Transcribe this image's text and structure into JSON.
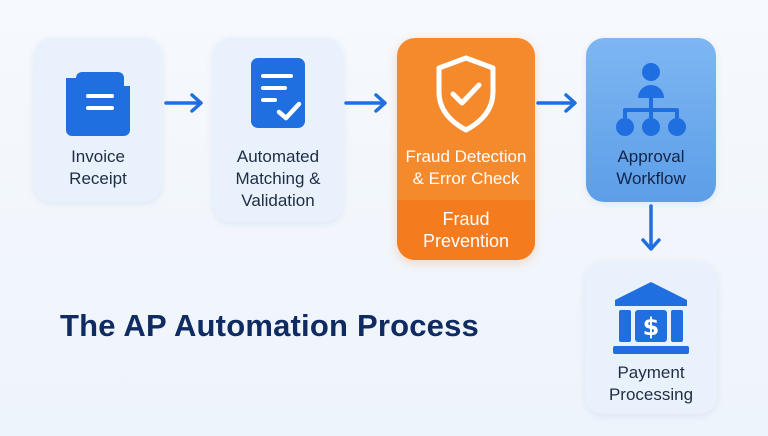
{
  "title": "The AP Automation Process",
  "steps": {
    "invoice": "Invoice\nReceipt",
    "matching": "Automated\nMatching &\nValidation",
    "fraud_top": "Fraud Detection\n& Error Check",
    "fraud_bottom": "Fraud\nPrevention",
    "approval": "Approval\nWorkflow",
    "payment": "Payment\nProcessing"
  },
  "icons": {
    "invoice": "document-icon",
    "matching": "checklist-icon",
    "fraud": "shield-check-icon",
    "approval": "org-chart-icon",
    "payment": "bank-dollar-icon",
    "arrows": "arrow-icon"
  },
  "colors": {
    "blue": "#1f6fe0",
    "orange": "#f58a2c",
    "orange_dark": "#f57c1e",
    "approval_blue": "#6aa7ee",
    "title": "#0f2b62"
  }
}
